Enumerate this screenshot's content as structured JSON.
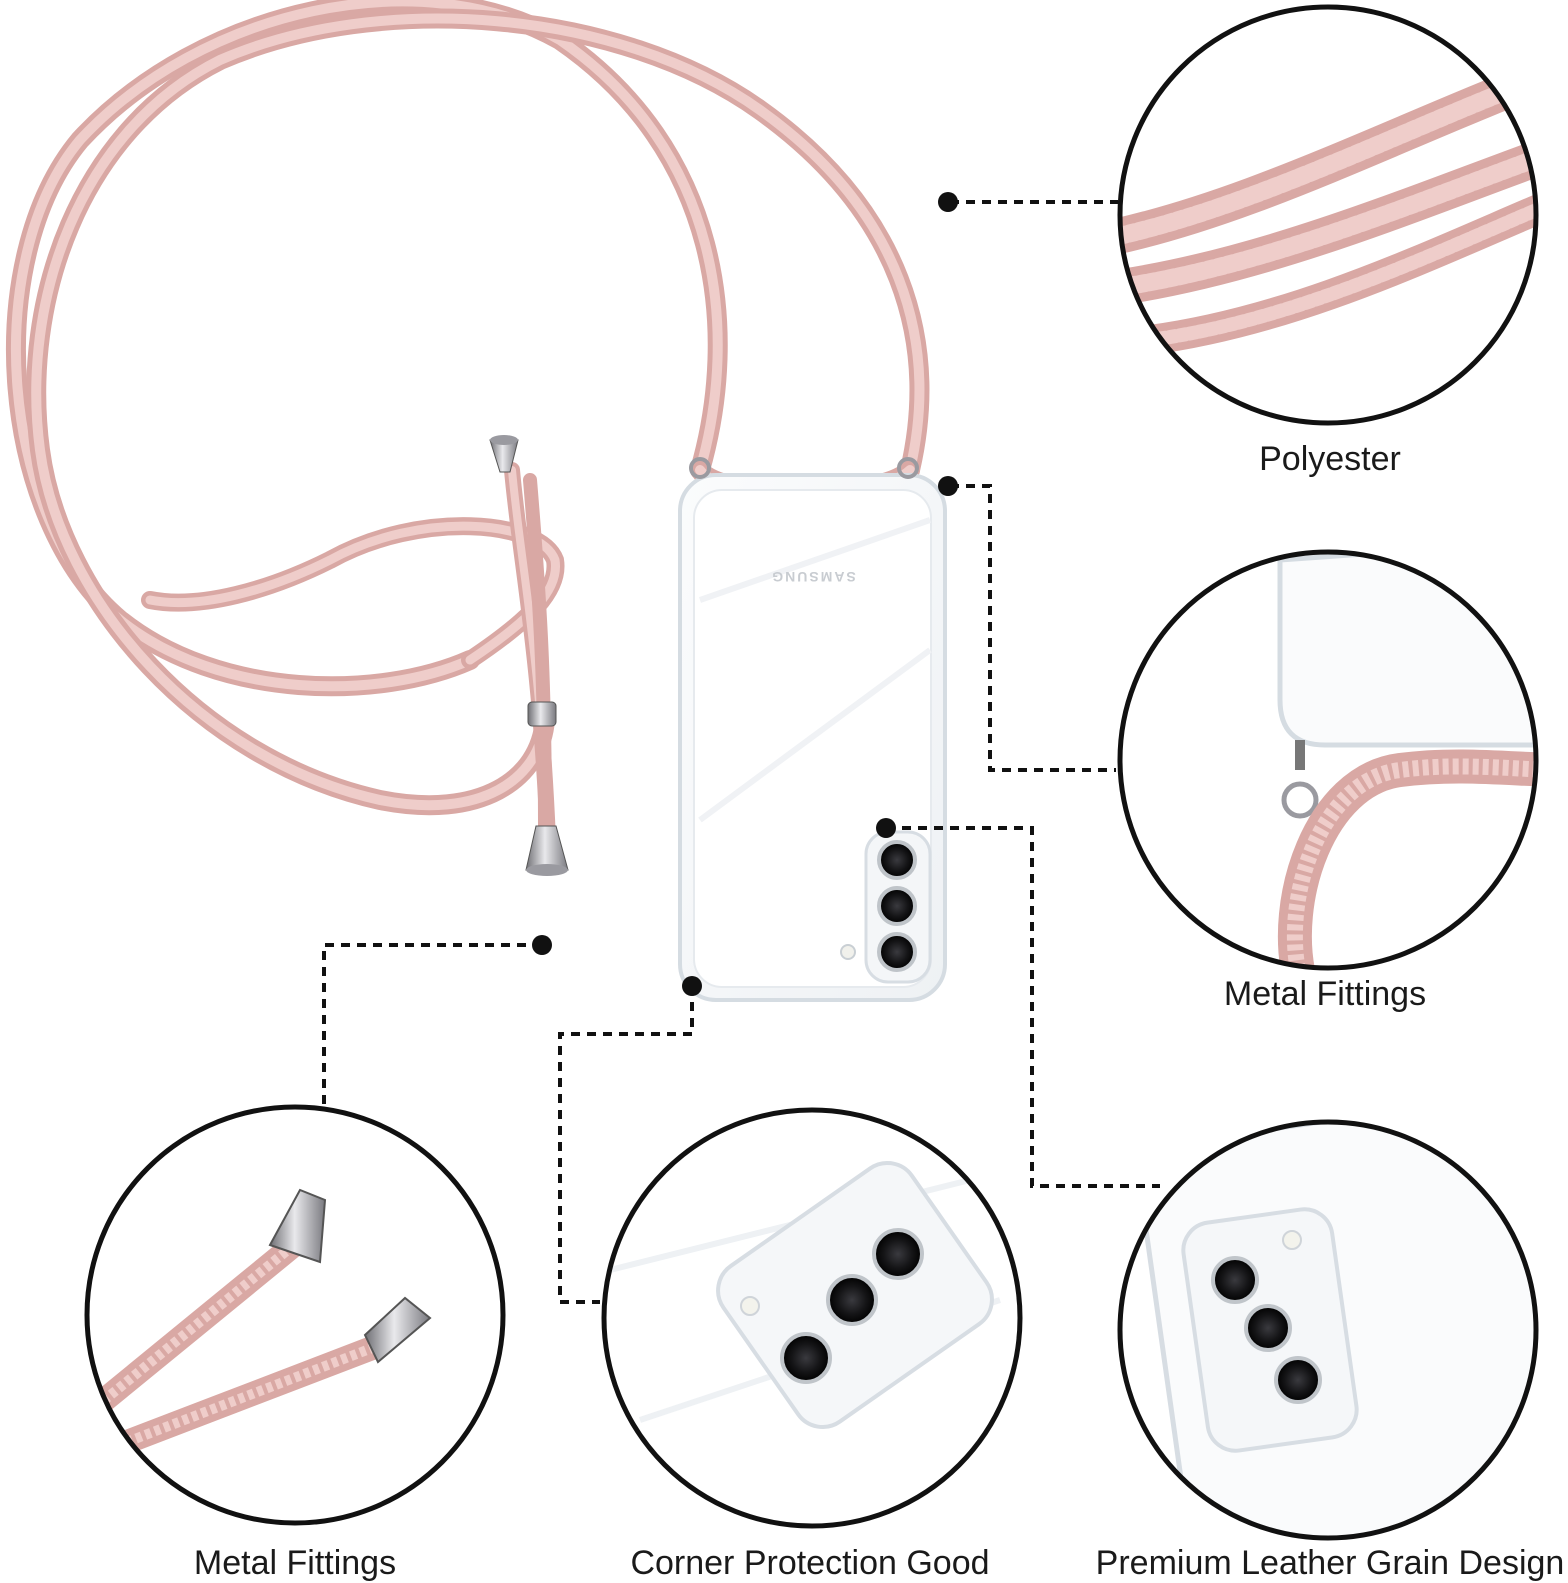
{
  "brand_text": "SAMSUNG",
  "colors": {
    "strap": "#e8b9b5",
    "strap_dark": "#d19f9b",
    "metal": "#b8b8bc",
    "ring": "#111111",
    "leader": "#111111",
    "case_edge": "#d7dde3",
    "lens": "#1c1c1c"
  },
  "captions": {
    "polyester": "Polyester",
    "metal_fittings_right": "Metal Fittings",
    "metal_fittings_left": "Metal Fittings",
    "corner_protection": "Corner Protection Good",
    "premium_leather": "Premium Leather Grain Design"
  },
  "icons": [
    "strap-cord",
    "metal-tip",
    "phone-case",
    "camera-lens",
    "flash-led"
  ]
}
